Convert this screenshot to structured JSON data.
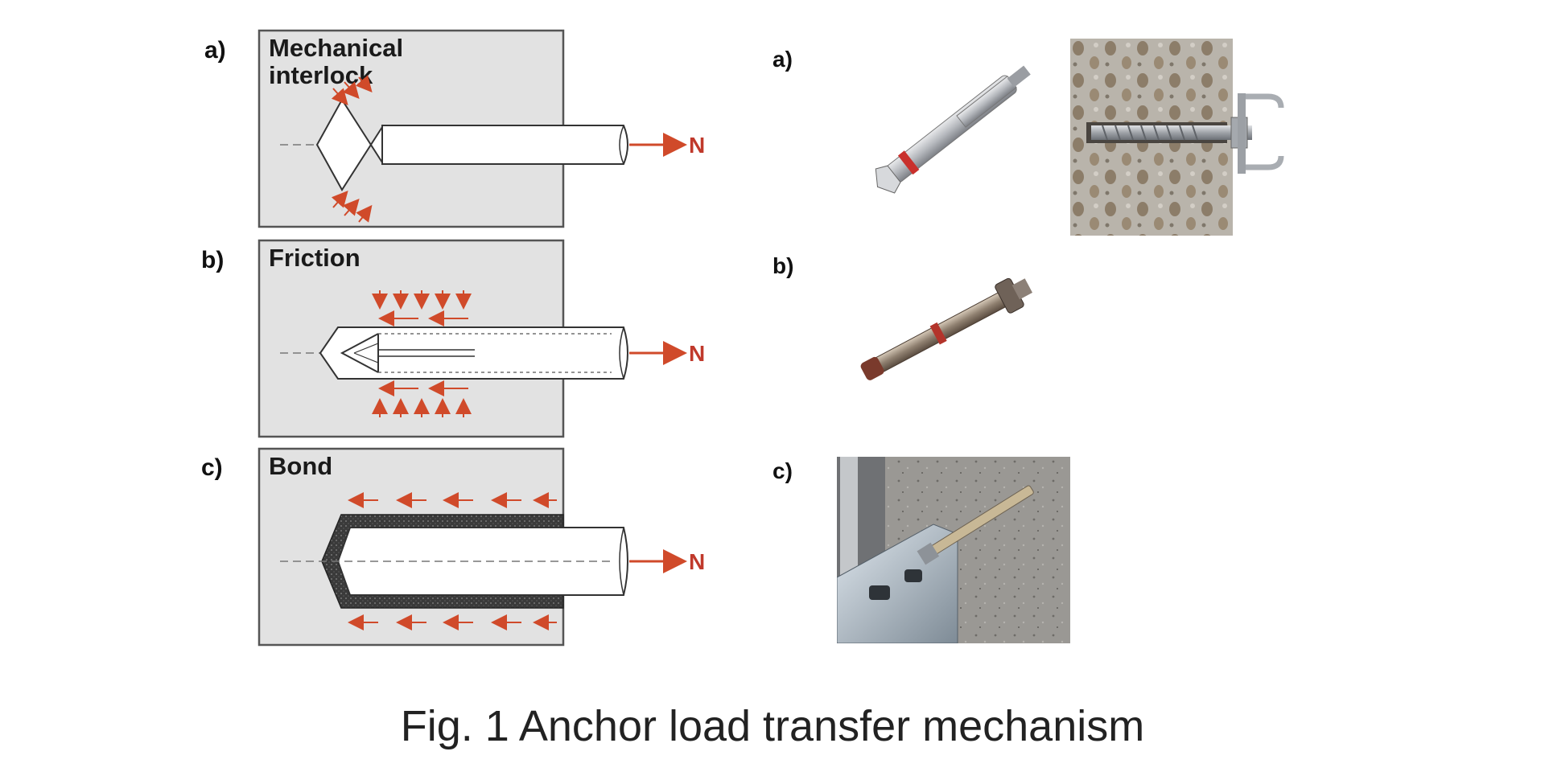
{
  "diagram": {
    "panels": [
      {
        "letter": "a)",
        "title_line1": "Mechanical",
        "title_line2": "interlock",
        "force": "N"
      },
      {
        "letter": "b)",
        "title_line1": "Friction",
        "force": "N"
      },
      {
        "letter": "c)",
        "title_line1": "Bond",
        "force": "N"
      }
    ],
    "photos": [
      {
        "letter": "a)"
      },
      {
        "letter": "b)"
      },
      {
        "letter": "c)"
      }
    ]
  },
  "caption": "Fig. 1 Anchor load transfer mechanism",
  "colors": {
    "panel_bg": "#e2e2e2",
    "arrow": "#d04a2a",
    "steel": "#b9bcc1"
  }
}
